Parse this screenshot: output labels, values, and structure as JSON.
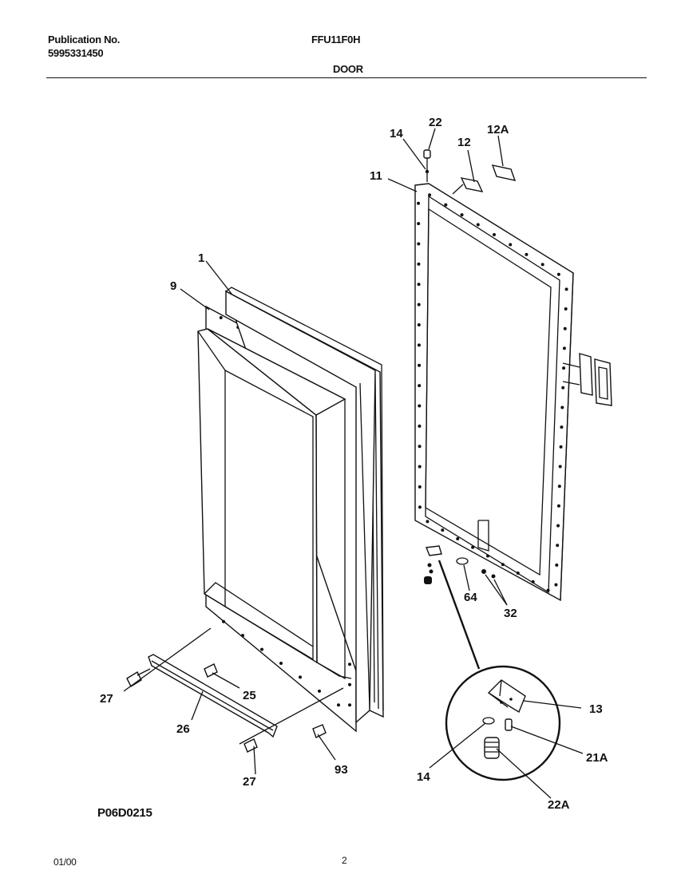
{
  "header": {
    "publication_label": "Publication No.",
    "publication_number": "5995331450",
    "model": "FFU11F0H",
    "section": "DOOR"
  },
  "diagram": {
    "callouts": {
      "p1": "1",
      "p9": "9",
      "p11": "11",
      "p12": "12",
      "p12a": "12A",
      "p14_top": "14",
      "p22": "22",
      "p64": "64",
      "p32": "32",
      "p27_left": "27",
      "p25": "25",
      "p26": "26",
      "p27_bottom": "27",
      "p93": "93",
      "p13": "13",
      "p21a": "21A",
      "p14_detail": "14",
      "p22a": "22A"
    }
  },
  "footer": {
    "figure_code": "P06D0215",
    "date": "01/00",
    "page": "2"
  }
}
